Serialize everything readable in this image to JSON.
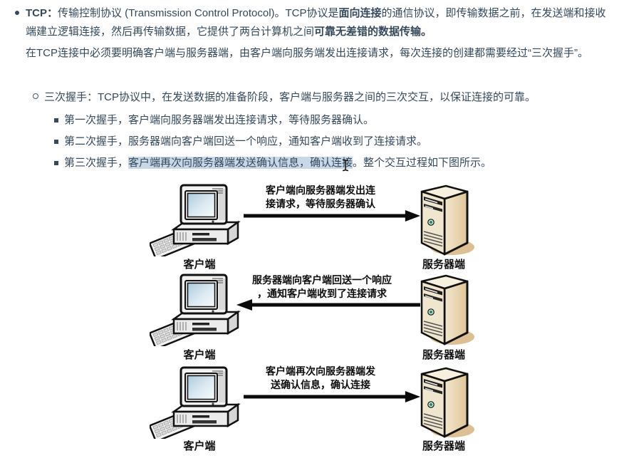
{
  "notes": {
    "bullet1": {
      "s0": "TCP：",
      "s1": "传输控制协议 (Transmission Control Protocol)。TCP协议是",
      "s2": "面向连接",
      "s3": "的通信协议，即传输数据之前，在发送端和接收端建立逻辑连接，然后再传输数据，它提供了两台计算机之间",
      "s4": "可靠无差错的数据传输。"
    },
    "paragraph2": "在TCP连接中必须要明确客户端与服务器端，由客户端向服务端发出连接请求，每次连接的创建都需要经过“三次握手”。",
    "sub_bullet": "三次握手：TCP协议中，在发送数据的准备阶段，客户端与服务器之间的三次交互，以保证连接的可靠。",
    "steps": [
      {
        "text": "第一次握手，客户端向服务器端发出连接请求，等待服务器确认。"
      },
      {
        "text": "第二次握手，服务器端向客户端回送一个响应，通知客户端收到了连接请求。"
      },
      {
        "prefix": "第三次握手，",
        "highlight": "客户端再次向服务器端发送确认信息，确认连接",
        "suffix": "。整个交互过程如下图所示。"
      }
    ]
  },
  "diagram": {
    "rows": [
      {
        "direction": "right",
        "message_line1": "客户端向服务器端发出连",
        "message_line2": "接请求，等待服务器确认",
        "client_label": "客户端",
        "server_label": "服务器端"
      },
      {
        "direction": "left",
        "message_line1": "服务器端向客户端回送一个响应",
        "message_line2": "，通知客户端收到了连接请求",
        "client_label": "客户端",
        "server_label": "服务器端"
      },
      {
        "direction": "right",
        "message_line1": "客户端再次向服务器端发",
        "message_line2": "送确认信息，确认连接",
        "client_label": "客户端",
        "server_label": "服务器端"
      }
    ]
  },
  "colors": {
    "body_text": "#35495c",
    "selection_highlight": "#c9d8e6",
    "diagram_text": "#0d0d0d",
    "arrow": "#0b0b0b",
    "server_tan": "#e2cba0",
    "server_cream": "#f2e8cf",
    "led_green": "#1f8a66",
    "pc_gray": "#ececec",
    "screen_blue": "#b9d4e4"
  }
}
